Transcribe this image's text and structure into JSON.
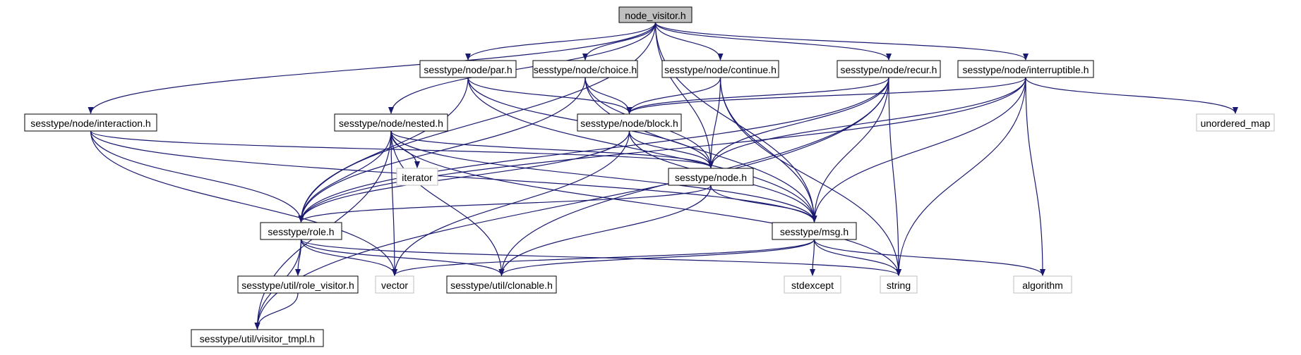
{
  "colors": {
    "edge": "#191970",
    "root_fill": "#bfbfbf",
    "system_border": "#bfbfbf",
    "node_border": "#000000"
  },
  "nodes": [
    {
      "id": "root",
      "label": "node_visitor.h",
      "kind": "root"
    },
    {
      "id": "par",
      "label": "sesstype/node/par.h",
      "kind": "project"
    },
    {
      "id": "choice",
      "label": "sesstype/node/choice.h",
      "kind": "project"
    },
    {
      "id": "continue",
      "label": "sesstype/node/continue.h",
      "kind": "project"
    },
    {
      "id": "recur",
      "label": "sesstype/node/recur.h",
      "kind": "project"
    },
    {
      "id": "interruptible",
      "label": "sesstype/node/interruptible.h",
      "kind": "project"
    },
    {
      "id": "interaction",
      "label": "sesstype/node/interaction.h",
      "kind": "project"
    },
    {
      "id": "nested",
      "label": "sesstype/node/nested.h",
      "kind": "project"
    },
    {
      "id": "block",
      "label": "sesstype/node/block.h",
      "kind": "project"
    },
    {
      "id": "unordered_map",
      "label": "unordered_map",
      "kind": "system"
    },
    {
      "id": "iterator",
      "label": "iterator",
      "kind": "system"
    },
    {
      "id": "node",
      "label": "sesstype/node.h",
      "kind": "project"
    },
    {
      "id": "role",
      "label": "sesstype/role.h",
      "kind": "project"
    },
    {
      "id": "msg",
      "label": "sesstype/msg.h",
      "kind": "project"
    },
    {
      "id": "role_visitor",
      "label": "sesstype/util/role_visitor.h",
      "kind": "project"
    },
    {
      "id": "vector",
      "label": "vector",
      "kind": "system"
    },
    {
      "id": "clonable",
      "label": "sesstype/util/clonable.h",
      "kind": "project"
    },
    {
      "id": "stdexcept",
      "label": "stdexcept",
      "kind": "system"
    },
    {
      "id": "string",
      "label": "string",
      "kind": "system"
    },
    {
      "id": "algorithm",
      "label": "algorithm",
      "kind": "system"
    },
    {
      "id": "visitor_tmpl",
      "label": "sesstype/util/visitor_tmpl.h",
      "kind": "project"
    }
  ],
  "edges": [
    [
      "root",
      "par"
    ],
    [
      "root",
      "choice"
    ],
    [
      "root",
      "continue"
    ],
    [
      "root",
      "recur"
    ],
    [
      "root",
      "interruptible"
    ],
    [
      "root",
      "interaction"
    ],
    [
      "root",
      "nested"
    ],
    [
      "root",
      "node"
    ],
    [
      "root",
      "role"
    ],
    [
      "root",
      "msg"
    ],
    [
      "par",
      "block"
    ],
    [
      "par",
      "node"
    ],
    [
      "par",
      "role"
    ],
    [
      "par",
      "msg"
    ],
    [
      "choice",
      "block"
    ],
    [
      "choice",
      "node"
    ],
    [
      "choice",
      "role"
    ],
    [
      "choice",
      "msg"
    ],
    [
      "continue",
      "block"
    ],
    [
      "continue",
      "node"
    ],
    [
      "continue",
      "msg"
    ],
    [
      "continue",
      "string"
    ],
    [
      "recur",
      "block"
    ],
    [
      "recur",
      "node"
    ],
    [
      "recur",
      "msg"
    ],
    [
      "recur",
      "role"
    ],
    [
      "recur",
      "clonable"
    ],
    [
      "recur",
      "string"
    ],
    [
      "recur",
      "visitor_tmpl"
    ],
    [
      "interruptible",
      "block"
    ],
    [
      "interruptible",
      "node"
    ],
    [
      "interruptible",
      "msg"
    ],
    [
      "interruptible",
      "role"
    ],
    [
      "interruptible",
      "unordered_map"
    ],
    [
      "interruptible",
      "string"
    ],
    [
      "interruptible",
      "algorithm"
    ],
    [
      "interaction",
      "node"
    ],
    [
      "interaction",
      "role"
    ],
    [
      "interaction",
      "msg"
    ],
    [
      "interaction",
      "vector"
    ],
    [
      "nested",
      "node"
    ],
    [
      "nested",
      "iterator"
    ],
    [
      "nested",
      "role"
    ],
    [
      "nested",
      "vector"
    ],
    [
      "nested",
      "clonable"
    ],
    [
      "nested",
      "msg"
    ],
    [
      "nested",
      "string"
    ],
    [
      "nested",
      "visitor_tmpl"
    ],
    [
      "block",
      "node"
    ],
    [
      "block",
      "role"
    ],
    [
      "block",
      "msg"
    ],
    [
      "block",
      "vector"
    ],
    [
      "node",
      "role"
    ],
    [
      "node",
      "msg"
    ],
    [
      "node",
      "clonable"
    ],
    [
      "role",
      "role_visitor"
    ],
    [
      "role",
      "vector"
    ],
    [
      "role",
      "clonable"
    ],
    [
      "role",
      "string"
    ],
    [
      "role",
      "visitor_tmpl"
    ],
    [
      "msg",
      "vector"
    ],
    [
      "msg",
      "clonable"
    ],
    [
      "msg",
      "stdexcept"
    ],
    [
      "msg",
      "string"
    ],
    [
      "msg",
      "algorithm"
    ],
    [
      "role_visitor",
      "visitor_tmpl"
    ]
  ]
}
